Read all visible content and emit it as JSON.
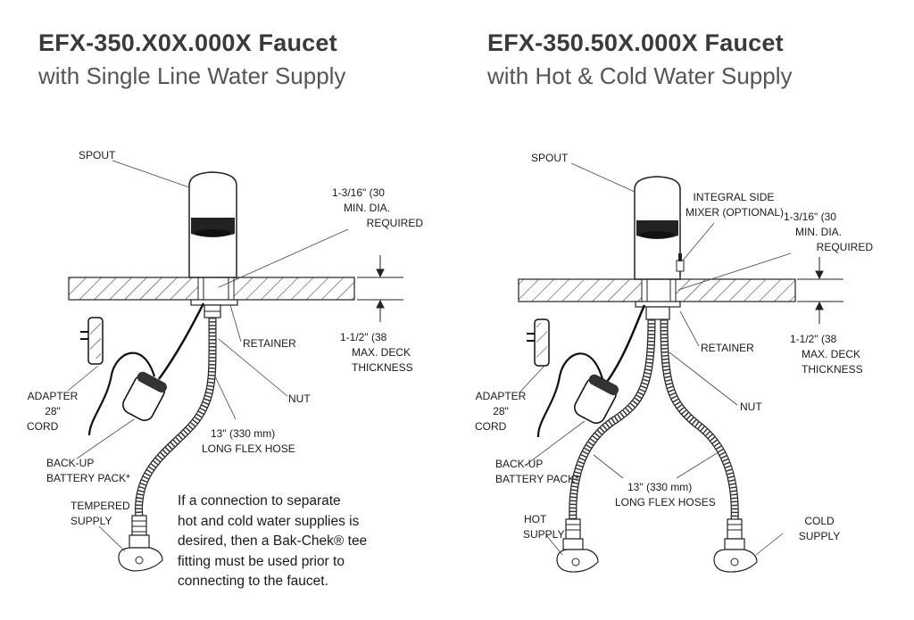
{
  "left_panel": {
    "title": "EFX-350.X0X.000X Faucet",
    "subtitle": "with Single Line Water Supply",
    "labels": {
      "spout": "SPOUT",
      "hole_line1": "1-3/16\" (30",
      "hole_line2": "MIN. DIA.",
      "hole_line3": "REQUIRED",
      "deck_line1": "1-1/2\" (38",
      "deck_line2": "MAX. DECK",
      "deck_line3": "THICKNESS",
      "retainer": "RETAINER",
      "nut": "NUT",
      "hose_line1": "13\" (330 mm)",
      "hose_line2": "LONG FLEX HOSE",
      "adapter_line1": "ADAPTER",
      "adapter_line2": "28\"",
      "adapter_line3": "CORD",
      "battery_line1": "BACK-UP",
      "battery_line2": "BATTERY PACK*",
      "supply_line1": "TEMPERED",
      "supply_line2": "SUPPLY"
    },
    "note_lines": [
      "If a connection to separate",
      "hot and cold water supplies is",
      "desired, then a Bak-Chek® tee",
      "fitting must be used prior to",
      "connecting to the faucet."
    ]
  },
  "right_panel": {
    "title": "EFX-350.50X.000X Faucet",
    "subtitle": "with Hot & Cold Water Supply",
    "labels": {
      "spout": "SPOUT",
      "mixer_line1": "INTEGRAL SIDE",
      "mixer_line2": "MIXER (OPTIONAL)",
      "hole_line1": "1-3/16\" (30",
      "hole_line2": "MIN. DIA.",
      "hole_line3": "REQUIRED",
      "deck_line1": "1-1/2\" (38",
      "deck_line2": "MAX. DECK",
      "deck_line3": "THICKNESS",
      "retainer": "RETAINER",
      "nut": "NUT",
      "hose_line1": "13\" (330 mm)",
      "hose_line2": "LONG FLEX HOSES",
      "adapter_line1": "ADAPTER",
      "adapter_line2": "28\"",
      "adapter_line3": "CORD",
      "battery_line1": "BACK-UP",
      "battery_line2": "BATTERY PACK*",
      "hot_line1": "HOT",
      "hot_line2": "SUPPLY",
      "cold_line1": "COLD",
      "cold_line2": "SUPPLY"
    }
  }
}
